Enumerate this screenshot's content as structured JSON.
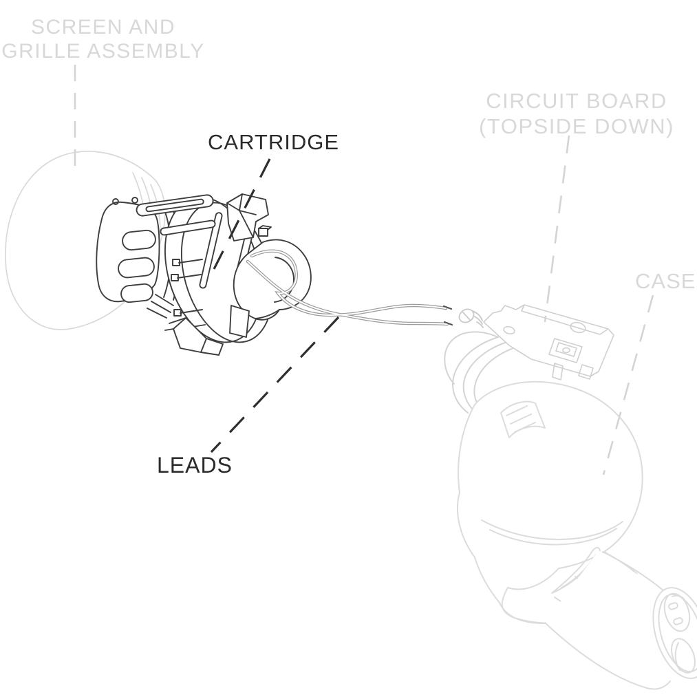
{
  "diagram": {
    "type": "exploded-parts-line-diagram",
    "labels": {
      "screen_grille_line1": "SCREEN AND",
      "screen_grille_line2": "GRILLE ASSEMBLY",
      "cartridge": "CARTRIDGE",
      "circuit_board_line1": "CIRCUIT BOARD",
      "circuit_board_line2": "(TOPSIDE DOWN)",
      "case": "CASE",
      "leads": "LEADS"
    },
    "colors": {
      "background": "#ffffff",
      "primary_line": "#3d3d3d",
      "primary_label": "#2a2a2a",
      "muted_line": "#d9d9d9",
      "muted_label": "#d8d8d8",
      "wire_line": "#9b9b9b"
    }
  }
}
